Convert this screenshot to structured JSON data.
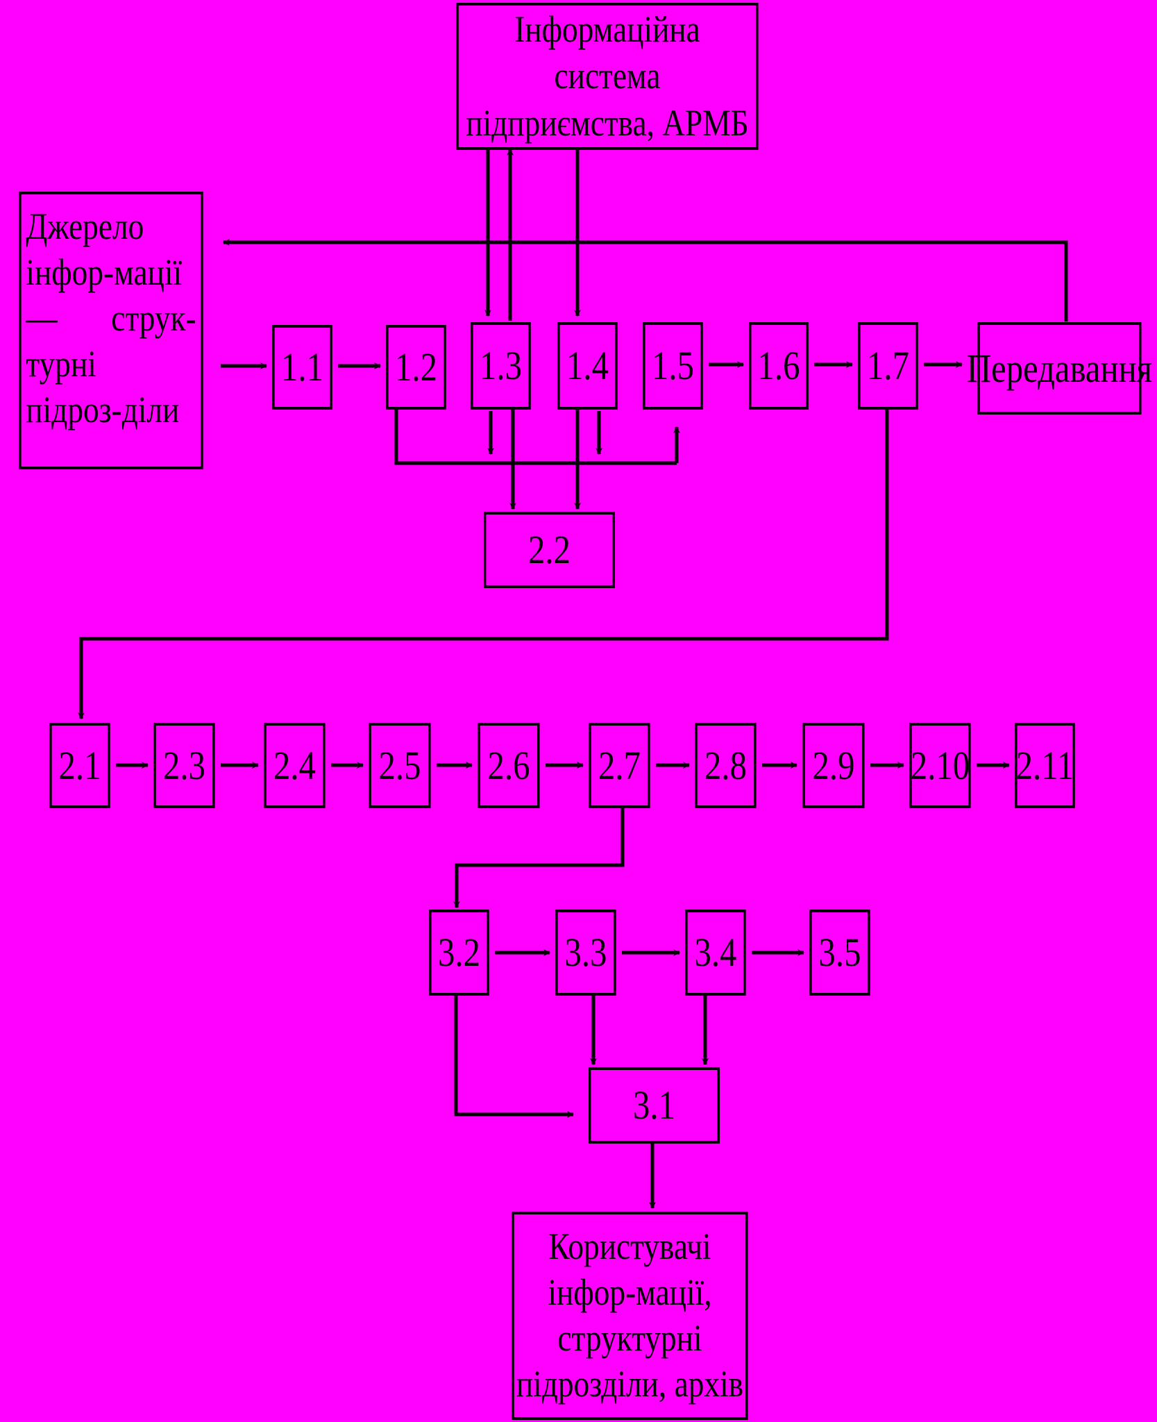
{
  "diagram": {
    "top_system": "Інформаційна система підприємства, АРМБ",
    "source": "Джерело інфор-мації — струк-турні підроз-діли",
    "transfer": "Передавання",
    "users": "Користувачі інфор-мації, структурні підрозділи, архів",
    "stage1": [
      "1.1",
      "1.2",
      "1.3",
      "1.4",
      "1.5",
      "1.6",
      "1.7"
    ],
    "node_2_2": "2.2",
    "stage2": [
      "2.1",
      "2.3",
      "2.4",
      "2.5",
      "2.6",
      "2.7",
      "2.8",
      "2.9",
      "2.10",
      "2.11"
    ],
    "stage3": [
      "3.2",
      "3.3",
      "3.4",
      "3.5"
    ],
    "node_3_1": "3.1"
  }
}
